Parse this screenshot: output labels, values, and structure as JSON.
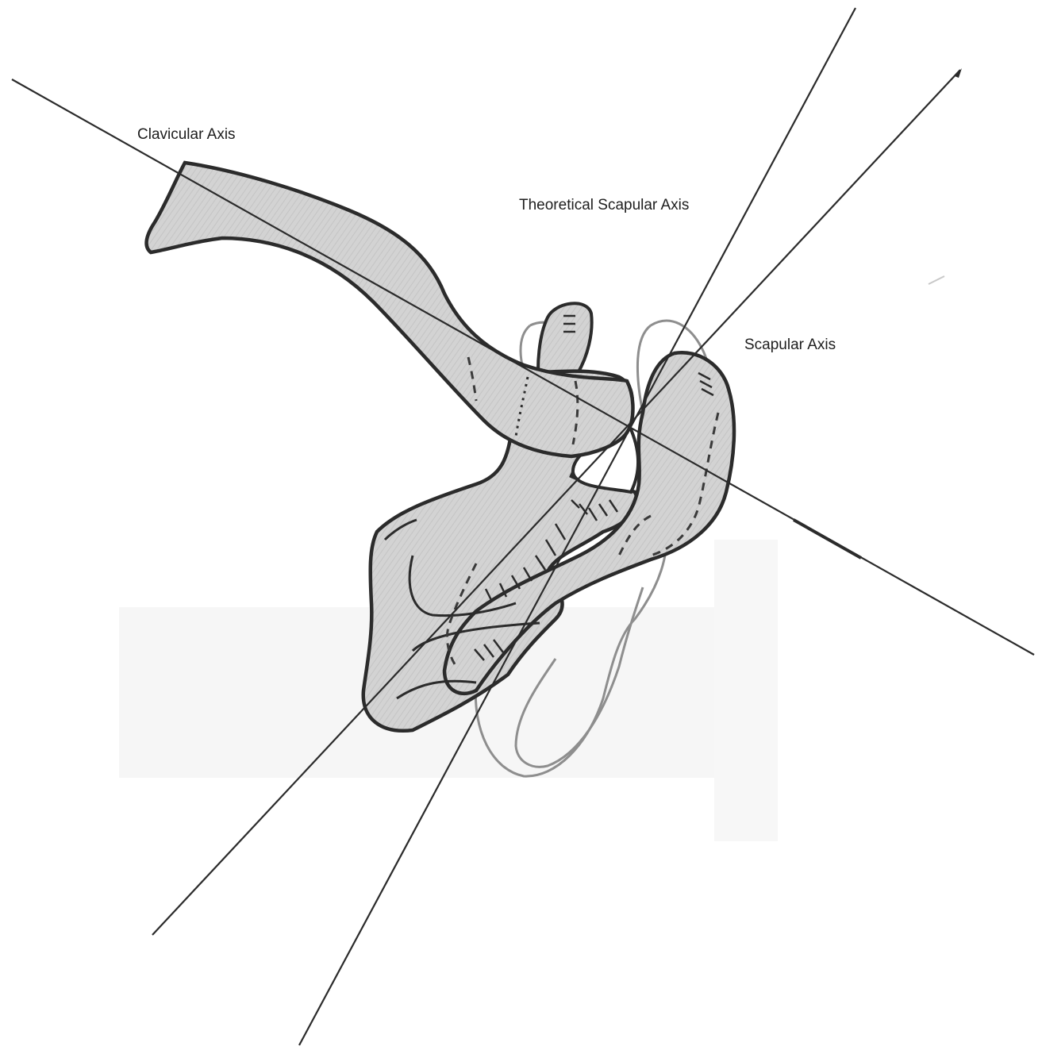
{
  "labels": {
    "clavicular_axis": "Clavicular Axis",
    "theoretical_scapular_axis": "Theoretical Scapular Axis",
    "scapular_axis": "Scapular Axis"
  },
  "colors": {
    "ink": "#2b2b2b",
    "bone_fill": "#cfcfcf",
    "faint_outline": "#8e8e8e",
    "paper_shadow": "#f4f4f4"
  }
}
